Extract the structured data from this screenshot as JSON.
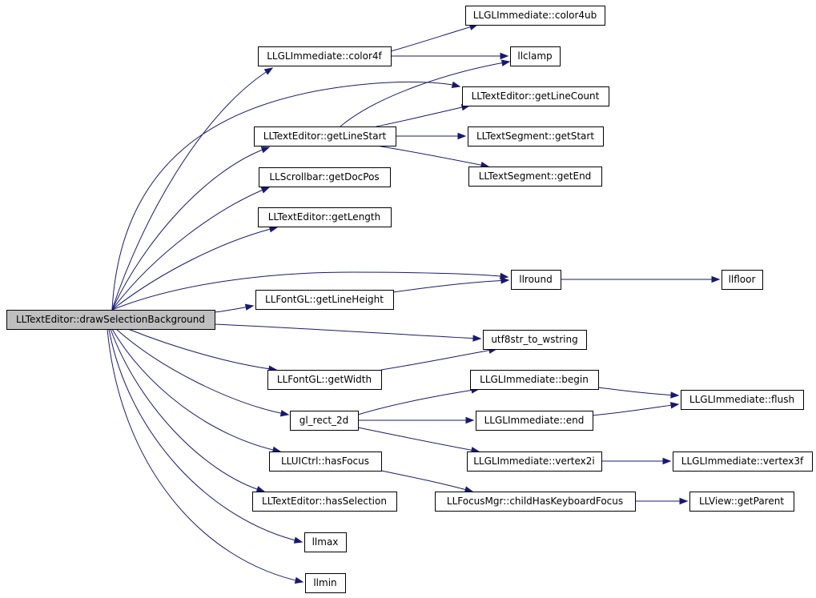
{
  "diagram": {
    "nodes": [
      {
        "id": "root",
        "label": "LLTextEditor::drawSelectionBackground",
        "root": true
      },
      {
        "id": "color4ub",
        "label": "LLGLImmediate::color4ub"
      },
      {
        "id": "color4f",
        "label": "LLGLImmediate::color4f"
      },
      {
        "id": "llclamp",
        "label": "llclamp"
      },
      {
        "id": "getLineCount",
        "label": "LLTextEditor::getLineCount"
      },
      {
        "id": "getLineStart",
        "label": "LLTextEditor::getLineStart"
      },
      {
        "id": "segStart",
        "label": "LLTextSegment::getStart"
      },
      {
        "id": "segEnd",
        "label": "LLTextSegment::getEnd"
      },
      {
        "id": "getDocPos",
        "label": "LLScrollbar::getDocPos"
      },
      {
        "id": "getLength",
        "label": "LLTextEditor::getLength"
      },
      {
        "id": "llround",
        "label": "llround"
      },
      {
        "id": "llfloor",
        "label": "llfloor"
      },
      {
        "id": "getLineHeight",
        "label": "LLFontGL::getLineHeight"
      },
      {
        "id": "utf8",
        "label": "utf8str_to_wstring"
      },
      {
        "id": "getWidth",
        "label": "LLFontGL::getWidth"
      },
      {
        "id": "begin",
        "label": "LLGLImmediate::begin"
      },
      {
        "id": "flush",
        "label": "LLGLImmediate::flush"
      },
      {
        "id": "glrect",
        "label": "gl_rect_2d"
      },
      {
        "id": "end",
        "label": "LLGLImmediate::end"
      },
      {
        "id": "vertex2i",
        "label": "LLGLImmediate::vertex2i"
      },
      {
        "id": "vertex3f",
        "label": "LLGLImmediate::vertex3f"
      },
      {
        "id": "hasFocus",
        "label": "LLUICtrl::hasFocus"
      },
      {
        "id": "childFocus",
        "label": "LLFocusMgr::childHasKeyboardFocus"
      },
      {
        "id": "getParent",
        "label": "LLView::getParent"
      },
      {
        "id": "hasSelection",
        "label": "LLTextEditor::hasSelection"
      },
      {
        "id": "llmax",
        "label": "llmax"
      },
      {
        "id": "llmin",
        "label": "llmin"
      }
    ],
    "edges": [
      [
        "root",
        "color4f"
      ],
      [
        "root",
        "getLineCount"
      ],
      [
        "root",
        "getLineStart"
      ],
      [
        "root",
        "getDocPos"
      ],
      [
        "root",
        "getLength"
      ],
      [
        "root",
        "llround"
      ],
      [
        "root",
        "getLineHeight"
      ],
      [
        "root",
        "utf8"
      ],
      [
        "root",
        "getWidth"
      ],
      [
        "root",
        "glrect"
      ],
      [
        "root",
        "hasFocus"
      ],
      [
        "root",
        "hasSelection"
      ],
      [
        "root",
        "llmax"
      ],
      [
        "root",
        "llmin"
      ],
      [
        "color4f",
        "color4ub"
      ],
      [
        "color4f",
        "llclamp"
      ],
      [
        "getLineStart",
        "llclamp"
      ],
      [
        "getLineStart",
        "getLineCount"
      ],
      [
        "getLineStart",
        "segStart"
      ],
      [
        "getLineStart",
        "segEnd"
      ],
      [
        "getLineHeight",
        "llround"
      ],
      [
        "llround",
        "llfloor"
      ],
      [
        "getWidth",
        "utf8"
      ],
      [
        "glrect",
        "begin"
      ],
      [
        "glrect",
        "end"
      ],
      [
        "glrect",
        "vertex2i"
      ],
      [
        "begin",
        "flush"
      ],
      [
        "end",
        "flush"
      ],
      [
        "vertex2i",
        "vertex3f"
      ],
      [
        "hasFocus",
        "childFocus"
      ],
      [
        "childFocus",
        "getParent"
      ]
    ]
  }
}
